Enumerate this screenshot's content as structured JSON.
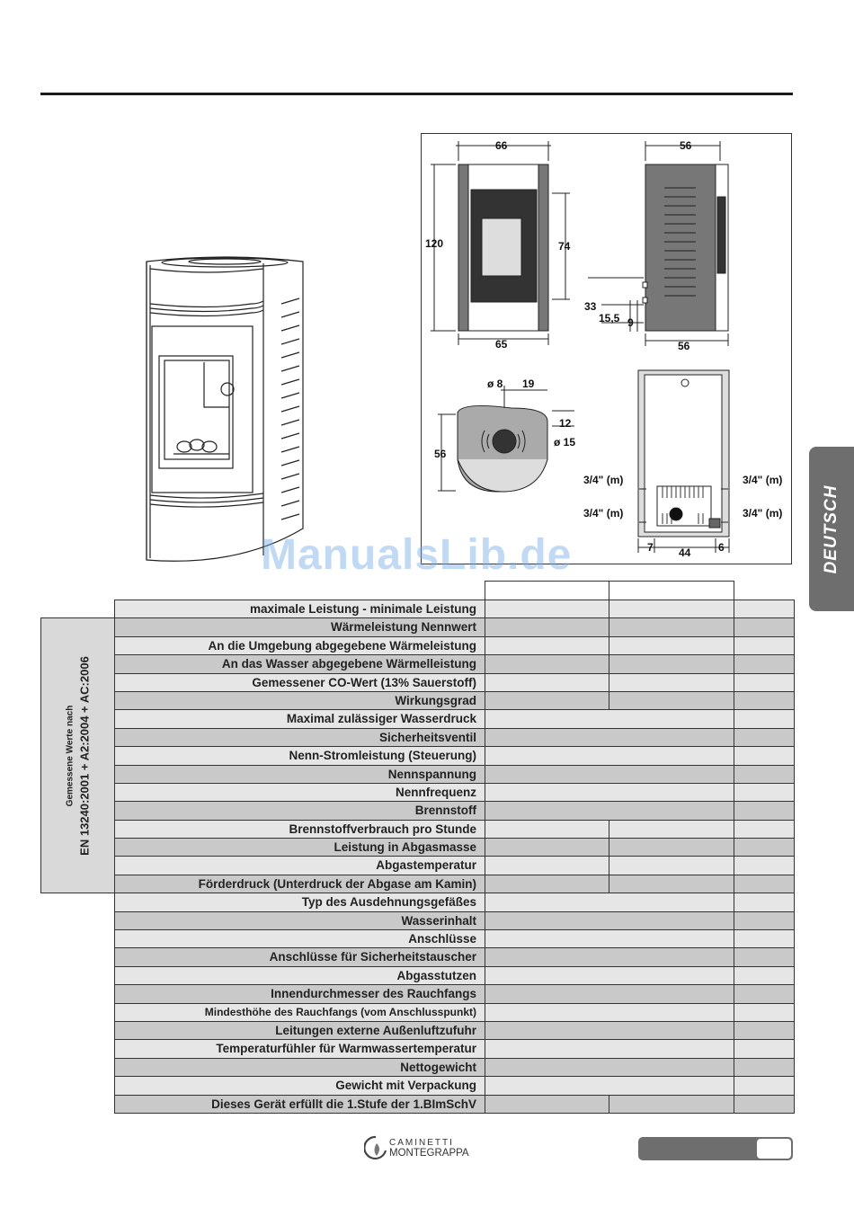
{
  "dimensions": {
    "front_width_top": "66",
    "front_width_bottom": "65",
    "height": "120",
    "door_height": "74",
    "side_width_top": "56",
    "side_width_bottom": "56",
    "outlet_height": "33",
    "outlet_offset": "15,5",
    "outlet_small": "9",
    "top_flue_diameter": "ø 8",
    "top_offset": "19",
    "top_depth": "56",
    "top_small": "12",
    "top_flue_15": "ø 15",
    "pipe_left_upper": "3/4\" (m)",
    "pipe_right_upper": "3/4\" (m)",
    "pipe_left_lower": "3/4\" (m)",
    "pipe_right_lower": "3/4\" (m)",
    "rear_left": "7",
    "rear_width": "44",
    "rear_right": "6"
  },
  "watermark": "ManualsLib.de",
  "language_tab": "DEUTSCH",
  "side_panel": {
    "line1": "Gemessene Werte nach",
    "line2": "EN 13240:2001 + A2:2004 + AC:2006"
  },
  "rows": [
    {
      "label": "maximale Leistung - minimale Leistung",
      "split": true
    },
    {
      "label": "Wärmeleistung Nennwert",
      "split": true
    },
    {
      "label": "An die Umgebung abgegebene Wärmeleistung",
      "split": true
    },
    {
      "label": "An das Wasser abgegebene Wärmelleistung",
      "split": true
    },
    {
      "label": "Gemessener CO-Wert (13% Sauerstoff)",
      "split": true
    },
    {
      "label": "Wirkungsgrad",
      "split": true
    },
    {
      "label": "Maximal zulässiger Wasserdruck",
      "split": false
    },
    {
      "label": "Sicherheitsventil",
      "split": false
    },
    {
      "label": "Nenn-Stromleistung (Steuerung)",
      "split": false
    },
    {
      "label": "Nennspannung",
      "split": false
    },
    {
      "label": "Nennfrequenz",
      "split": false
    },
    {
      "label": "Brennstoff",
      "split": false
    },
    {
      "label": "Brennstoffverbrauch pro Stunde",
      "split": true
    },
    {
      "label": "Leistung in Abgasmasse",
      "split": true
    },
    {
      "label": "Abgastemperatur",
      "split": true
    },
    {
      "label": "Förderdruck (Unterdruck der Abgase am Kamin)",
      "split": true
    },
    {
      "label": "Typ des Ausdehnungsgefäßes",
      "split": false
    },
    {
      "label": "Wasserinhalt",
      "split": false
    },
    {
      "label": "Anschlüsse",
      "split": false
    },
    {
      "label": "Anschlüsse für Sicherheitstauscher",
      "split": false
    },
    {
      "label": "Abgasstutzen",
      "split": false
    },
    {
      "label": "Innendurchmesser des Rauchfangs",
      "split": false
    },
    {
      "label": "Mindesthöhe des Rauchfangs (vom Anschlusspunkt)",
      "split": false,
      "small": true
    },
    {
      "label": "Leitungen externe Außenluftzufuhr",
      "split": false
    },
    {
      "label": "Temperaturfühler für Warmwassertemperatur",
      "split": false
    },
    {
      "label": "Nettogewicht",
      "split": false
    },
    {
      "label": "Gewicht mit Verpackung",
      "split": false
    },
    {
      "label": "Dieses Gerät erfüllt die 1.Stufe der 1.BImSchV",
      "split": true
    }
  ],
  "footer": {
    "brand_line1": "CAMINETTI",
    "brand_line2": "MONTEGRAPPA"
  }
}
